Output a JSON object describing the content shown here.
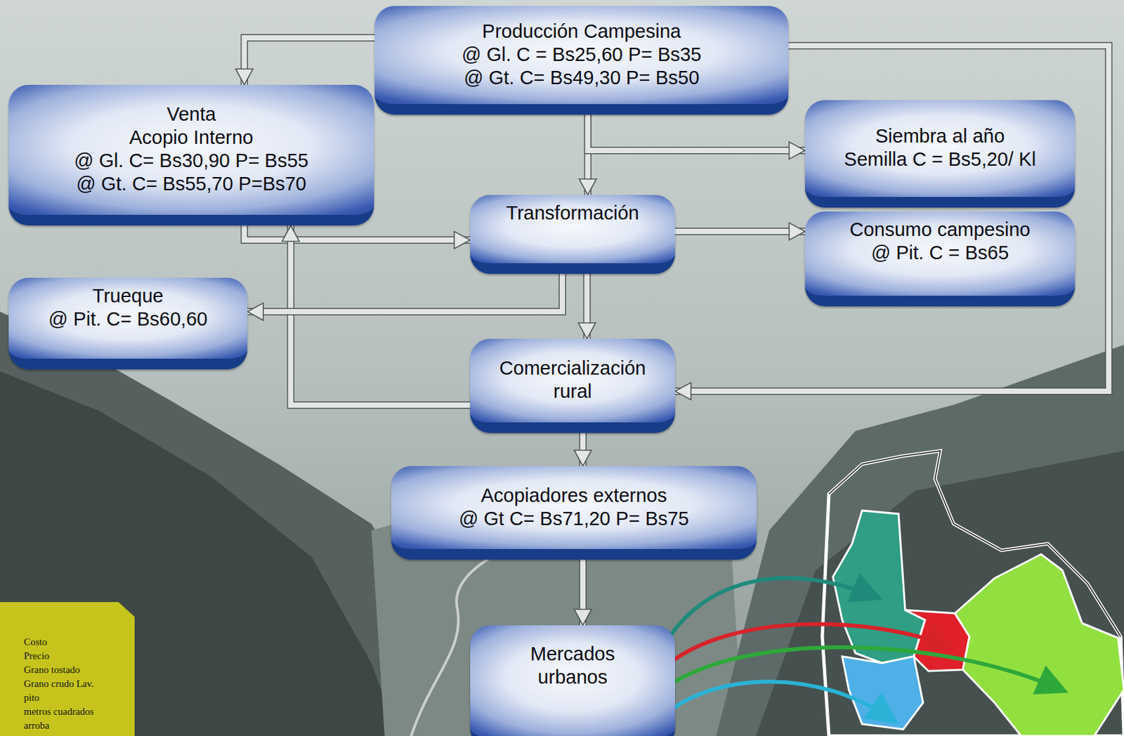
{
  "diagram": {
    "nodes": [
      {
        "text": [
          "Producción Campesina",
          "@ Gl. C = Bs25,60 P= Bs35",
          "@ Gt. C= Bs49,30 P= Bs50"
        ]
      },
      {
        "text": [
          "Venta",
          "Acopio Interno",
          "@ Gl. C= Bs30,90 P= Bs55",
          "@ Gt. C= Bs55,70 P=Bs70"
        ]
      },
      {
        "text": [
          "Siembra al año",
          "Semilla C = Bs5,20/ Kl"
        ]
      },
      {
        "text": [
          "Transformación"
        ]
      },
      {
        "text": [
          "Consumo campesino",
          "@ Pit. C = Bs65"
        ]
      },
      {
        "text": [
          "Trueque",
          "@ Pit. C= Bs60,60"
        ]
      },
      {
        "text": [
          "Comercialización rural"
        ]
      },
      {
        "text": [
          "Acopiadores externos",
          "@ Gt C= Bs71,20 P= Bs75"
        ]
      },
      {
        "text": [
          "Mercados urbanos"
        ]
      },
      {
        "text": [
          "Costo",
          "Precio",
          "Grano tostado",
          "Grano crudo Lav.",
          "pito",
          "metros cuadrados",
          "arroba"
        ]
      }
    ],
    "edges": [
      {
        "from": 0,
        "to": 1,
        "arrow": "to"
      },
      {
        "from": 0,
        "to": 3,
        "arrow": "to"
      },
      {
        "from": 0,
        "to": 2,
        "arrow": "to"
      },
      {
        "from": 0,
        "to": 6,
        "arrow": "to"
      },
      {
        "from": 1,
        "to": 3,
        "arrow": "to"
      },
      {
        "from": 6,
        "to": 1,
        "arrow": "to"
      },
      {
        "from": 3,
        "to": 4,
        "arrow": "to"
      },
      {
        "from": 3,
        "to": 6,
        "arrow": "to"
      },
      {
        "from": 3,
        "to": 5,
        "arrow": "to"
      },
      {
        "from": 6,
        "to": 7,
        "arrow": "to"
      },
      {
        "from": 7,
        "to": 8,
        "arrow": "to"
      }
    ]
  }
}
